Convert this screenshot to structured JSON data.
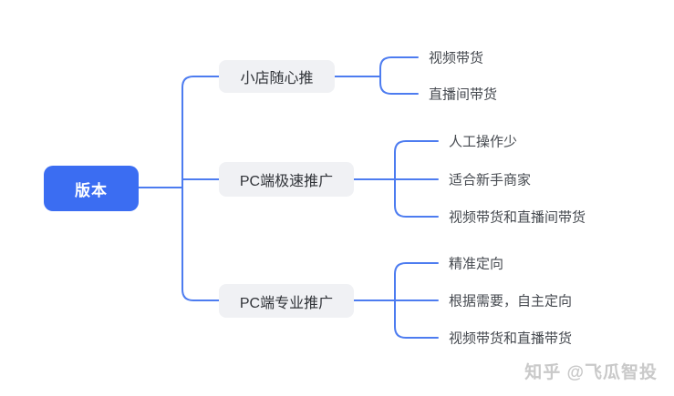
{
  "root": {
    "label": "版本"
  },
  "branches": [
    {
      "label": "小店随心推",
      "children": [
        "视频带货",
        "直播间带货"
      ]
    },
    {
      "label": "PC端极速推广",
      "children": [
        "人工操作少",
        "适合新手商家",
        "视频带货和直播间带货"
      ]
    },
    {
      "label": "PC端专业推广",
      "children": [
        "精准定向",
        "根据需要，自主定向",
        "视频带货和直播带货"
      ]
    }
  ],
  "watermark": "知乎 @飞瓜智投",
  "colors": {
    "root_bg": "#3b6df2",
    "root_text": "#ffffff",
    "line": "#4d7cf0",
    "node_bg": "#f0f1f4",
    "node_text": "#303338",
    "leaf_text": "#464a50",
    "watermark_text": "#c9c9c9"
  }
}
